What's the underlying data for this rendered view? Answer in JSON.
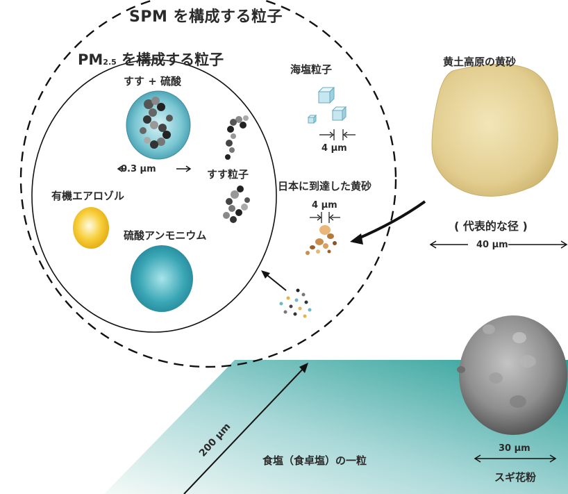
{
  "labels": {
    "spm": "SPM を構成する粒子",
    "pm25_main": "PM",
    "pm25_sub": "2.5",
    "pm25_rest": " を構成する粒子",
    "soot_acid": "すす + 硫酸",
    "size_03": "0.3 μm",
    "soot": "すす粒子",
    "organic": "有機エアロゾル",
    "ammonium_sulfate": "硫酸アンモニウム",
    "sea_salt": "海塩粒子",
    "size_4a": "4 μm",
    "yellow_sand_japan": "日本に到達した黄砂",
    "size_4b": "4 μm",
    "loess_sand": "黄土高原の黄砂",
    "typical_diameter": "( 代表的な径 )",
    "size_40": "40 μm",
    "size_200": "200 μm",
    "table_salt": "食塩（食卓塩）の一粒",
    "size_30": "30 μm",
    "cedar_pollen": "スギ花粉"
  },
  "colors": {
    "table_salt_gradient_start": "#f4faf7",
    "table_salt_gradient_end": "#2a9e96",
    "loess_sand": "#e6d49a",
    "organic_aerosol": "#f7cf3a",
    "ammonium_sulfate": "#3aa6b5",
    "soot_acid_sphere": "#5fb8c6",
    "pollen": "#8a8a8a"
  },
  "icons": [
    "sea-salt-cube-icon",
    "yellow-sand-grain-icon",
    "soot-chain-icon",
    "pollen-grain-icon",
    "loess-sand-grain-icon"
  ]
}
